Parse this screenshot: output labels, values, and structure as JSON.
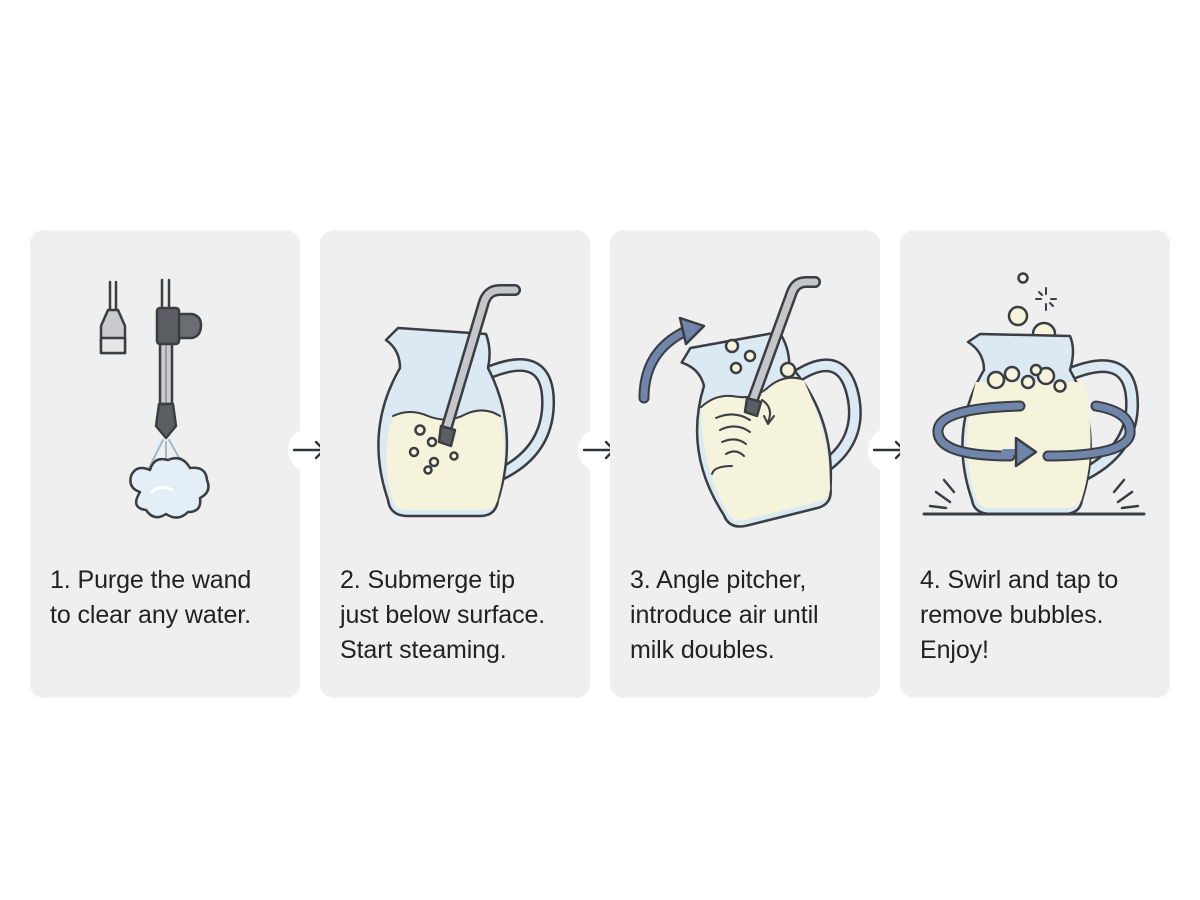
{
  "colors": {
    "card_bg": "#efefef",
    "outline": "#3a3d42",
    "milk": "#f6f3dc",
    "glass": "#dbe9f2",
    "accent_arrow": "#6f86aa",
    "steam": "#e3eef6",
    "metal": "#c4c6c9"
  },
  "steps": [
    {
      "caption": "1. Purge the wand\nto clear any water.",
      "icon": "steam-wand-purge-icon"
    },
    {
      "caption": "2. Submerge tip\njust below surface.\nStart steaming.",
      "icon": "pitcher-submerged-wand-icon"
    },
    {
      "caption": "3. Angle pitcher,\nintroduce air until\nmilk doubles.",
      "icon": "tilted-pitcher-vortex-icon"
    },
    {
      "caption": "4. Swirl and tap to\nremove bubbles.\nEnjoy!",
      "icon": "pitcher-swirl-tap-icon"
    }
  ],
  "connectors": [
    {
      "icon": "right-arrow-icon"
    },
    {
      "icon": "right-arrow-icon"
    },
    {
      "icon": "right-arrow-icon"
    }
  ]
}
